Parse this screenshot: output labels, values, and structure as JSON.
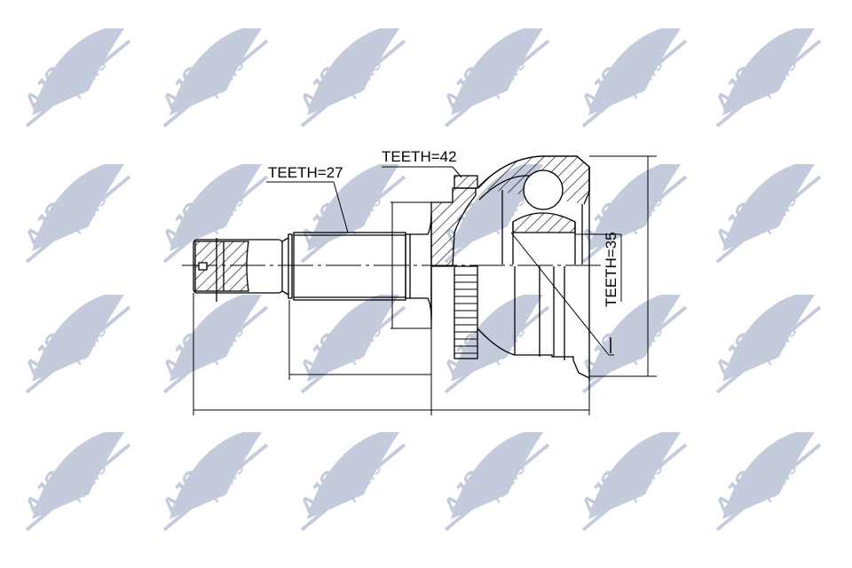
{
  "watermark": {
    "brand": "AJS",
    "suffix": "PARTS",
    "color": "#c3cbdc",
    "grid": {
      "columns_x": [
        88,
        243,
        398,
        560,
        715,
        866
      ],
      "rows_y": [
        90,
        243,
        390,
        545
      ]
    }
  },
  "drawing": {
    "title": "CV joint outer assembly",
    "line_color": "#000000",
    "labels": {
      "teeth_shaft": "TEETH=27",
      "teeth_flange": "TEETH=42",
      "teeth_inner": "TEETH=35",
      "inner_mark": "I"
    }
  }
}
